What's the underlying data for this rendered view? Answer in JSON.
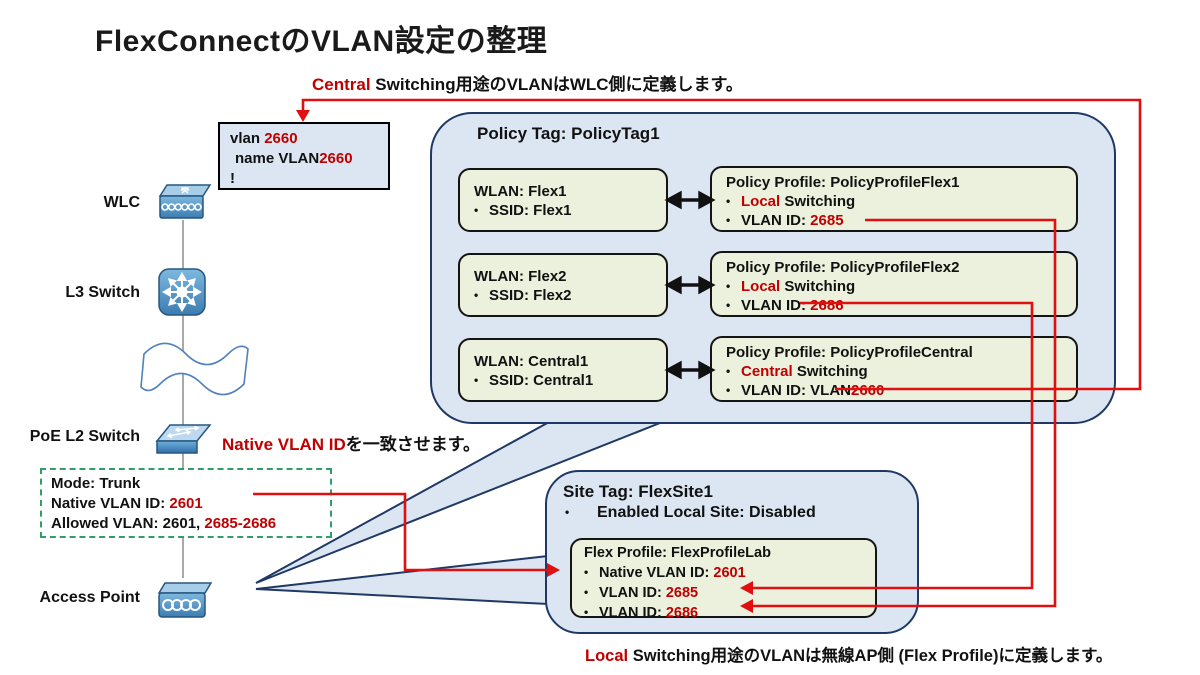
{
  "title": "FlexConnectのVLAN設定の整理",
  "ui": {
    "bullet": "•"
  },
  "annotations": {
    "top": {
      "red": "Central",
      "rest": " Switching用途のVLANはWLC側に定義します。"
    },
    "native": {
      "red": "Native VLAN ID",
      "rest": "を一致させます。"
    },
    "bottom": {
      "red": "Local",
      "rest": " Switching用途のVLANは無線AP側 (Flex Profile)に定義します。"
    }
  },
  "vlan_box": {
    "l1_black": "vlan ",
    "l1_red": "2660",
    "l2_black": "name VLAN",
    "l2_red": "2660",
    "l3": "!"
  },
  "devices": {
    "wlc": "WLC",
    "l3": "L3 Switch",
    "poe": "PoE L2 Switch",
    "ap": "Access Point"
  },
  "trunk_box": {
    "l1": "Mode: Trunk",
    "l2_label": "Native VLAN ID: ",
    "l2_value": "2601",
    "l3_label": "Allowed VLAN: 2601, ",
    "l3_value": "2685-2686"
  },
  "policy_tag": {
    "title": "Policy Tag: PolicyTag1",
    "rows": [
      {
        "wlan_title": "WLAN: Flex1",
        "ssid": "SSID: Flex1",
        "profile_title": "Policy Profile: PolicyProfileFlex1",
        "sw_red": "Local",
        "sw_rest": " Switching",
        "vlan_label": "VLAN ID: ",
        "vlan_value": "2685"
      },
      {
        "wlan_title": "WLAN: Flex2",
        "ssid": "SSID: Flex2",
        "profile_title": "Policy Profile: PolicyProfileFlex2",
        "sw_red": "Local",
        "sw_rest": " Switching",
        "vlan_label": "VLAN ID: ",
        "vlan_value": "2686"
      },
      {
        "wlan_title": "WLAN: Central1",
        "ssid": "SSID: Central1",
        "profile_title": "Policy Profile: PolicyProfileCentral",
        "sw_red": "Central",
        "sw_rest": " Switching",
        "vlan_label": "VLAN ID: VLAN",
        "vlan_value": "2660"
      }
    ]
  },
  "site_tag": {
    "title": "Site Tag: FlexSite1",
    "enabled": "Enabled Local Site: Disabled",
    "flex_profile": {
      "title": "Flex Profile: FlexProfileLab",
      "rows": [
        {
          "label": "Native VLAN ID: ",
          "value": "2601"
        },
        {
          "label": "VLAN ID: ",
          "value": "2685"
        },
        {
          "label": "VLAN ID: ",
          "value": "2686"
        }
      ]
    }
  },
  "colors": {
    "red_text": "#c00000",
    "red_line": "#e01010",
    "navy": "#1f3864",
    "panel_blue": "#dce6f2",
    "box_green": "#ebf1dd",
    "dash_green": "#2f9e68"
  }
}
